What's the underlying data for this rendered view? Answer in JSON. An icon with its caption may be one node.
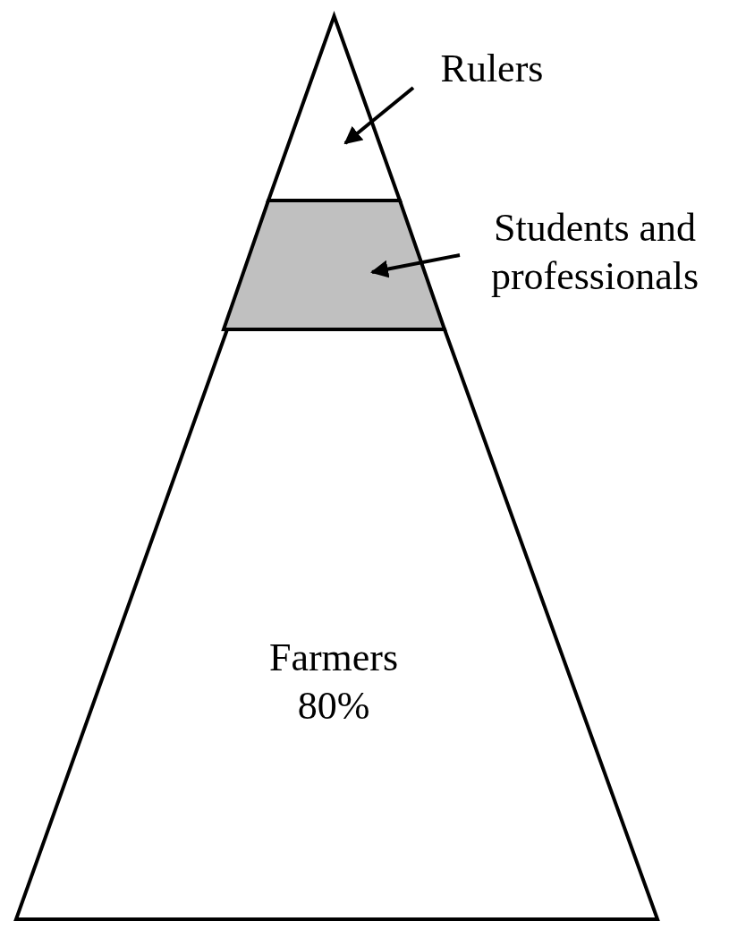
{
  "diagram": {
    "nodes": [
      {
        "text": [
          "Rulers"
        ]
      },
      {
        "text": [],
        "shape": "triangle"
      },
      {
        "text": [
          "Students and professionals"
        ]
      },
      {
        "text": [],
        "shape": "band"
      },
      {
        "text": [
          "Farmers 80%"
        ]
      }
    ],
    "edges": [
      {
        "from": 0,
        "to": 1,
        "arrow": "to"
      },
      {
        "from": 2,
        "to": 3,
        "arrow": "to"
      }
    ]
  }
}
